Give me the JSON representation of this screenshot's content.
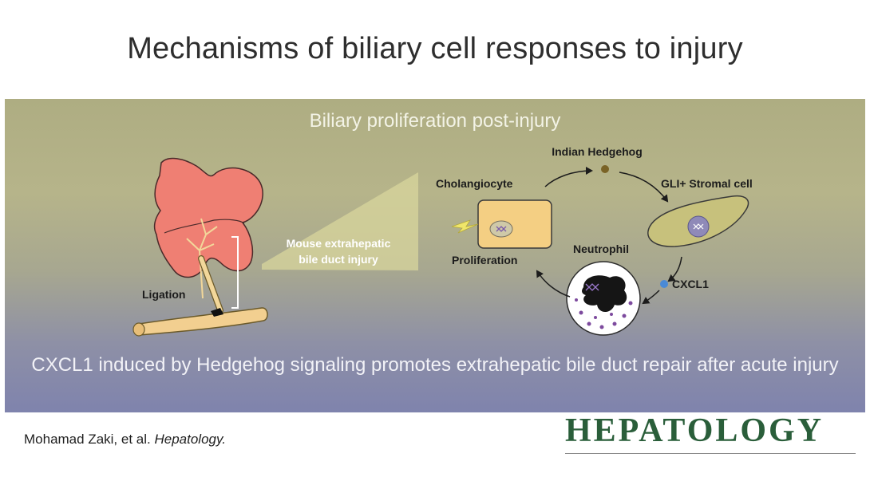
{
  "title": "Mechanisms of biliary cell responses to injury",
  "panel": {
    "heading": "Biliary proliferation post-injury",
    "caption": "CXCL1 induced by Hedgehog signaling promotes extrahepatic bile duct repair after acute injury"
  },
  "diagram": {
    "ligation_label": "Ligation",
    "injury_label_line1": "Mouse extrahepatic",
    "injury_label_line2": "bile duct injury",
    "cholangiocyte_label": "Cholangiocyte",
    "proliferation_label": "Proliferation",
    "hedgehog_label": "Indian Hedgehog",
    "stromal_label": "GLI+ Stromal cell",
    "neutrophil_label": "Neutrophil",
    "cxcl1_label": "CXCL1"
  },
  "footer": {
    "authors": "Mohamad Zaki, et al.",
    "journal_ref": "Hepatology.",
    "journal_logo": "HEPATOLOGY"
  },
  "colors": {
    "liver": "#ef7f73",
    "duct": "#f2cf90",
    "cell_fill": "#f4cf83",
    "stromal_fill": "#c7c17c",
    "journal_green": "#2a5e3a"
  }
}
